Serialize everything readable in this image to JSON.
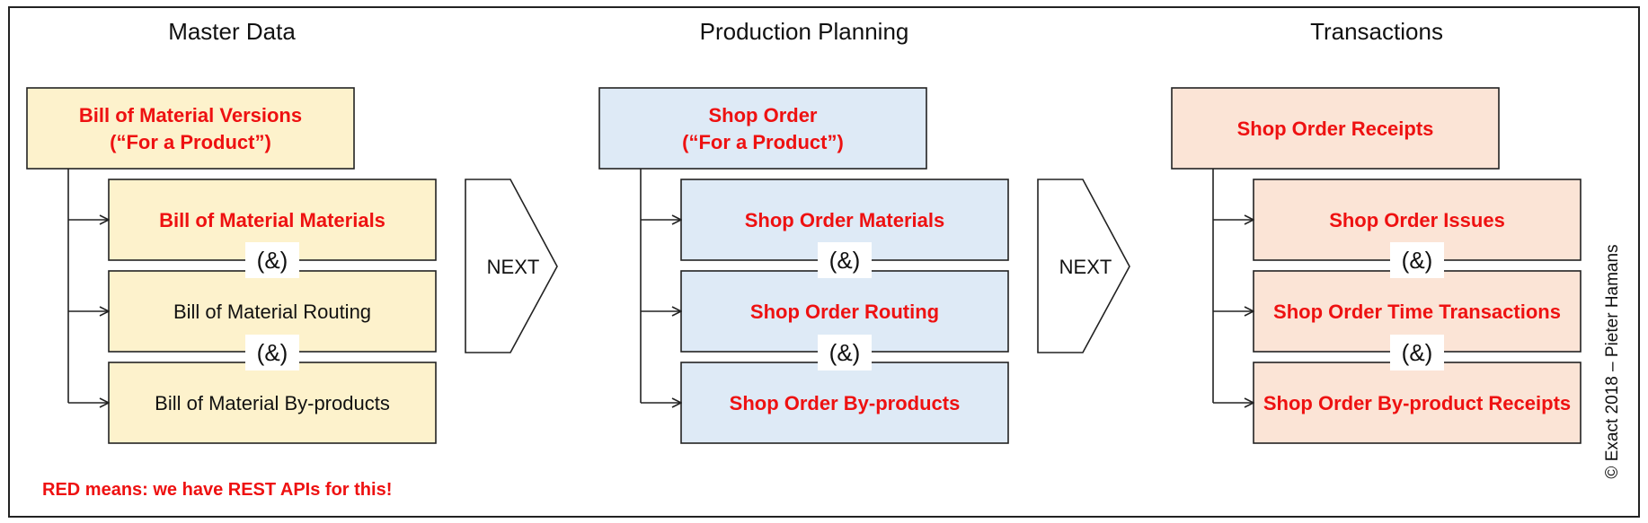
{
  "colors": {
    "red": "#ee1111",
    "master_fill": "#fdf2cc",
    "planning_fill": "#deeaf6",
    "transactions_fill": "#fbe4d6",
    "stroke": "#222222"
  },
  "columns": [
    {
      "id": "master-data",
      "heading": "Master Data",
      "fill": "#fdf2cc",
      "parent": {
        "lines": [
          "Bill of Material Versions",
          "(“For a Product”)"
        ],
        "red": true
      },
      "children": [
        {
          "label": "Bill of Material Materials",
          "red": true
        },
        {
          "label": "Bill of Material Routing",
          "red": false
        },
        {
          "label": "Bill of Material By-products",
          "red": false
        }
      ]
    },
    {
      "id": "production-planning",
      "heading": "Production Planning",
      "fill": "#deeaf6",
      "parent": {
        "lines": [
          "Shop Order",
          "(“For a Product”)"
        ],
        "red": true
      },
      "children": [
        {
          "label": "Shop Order Materials",
          "red": true
        },
        {
          "label": "Shop Order Routing",
          "red": true
        },
        {
          "label": "Shop Order By-products",
          "red": true
        }
      ]
    },
    {
      "id": "transactions",
      "heading": "Transactions",
      "fill": "#fbe4d6",
      "parent": {
        "lines": [
          "Shop Order Receipts"
        ],
        "red": true
      },
      "children": [
        {
          "label": "Shop Order Issues",
          "red": true
        },
        {
          "label": "Shop Order Time Transactions",
          "red": true
        },
        {
          "label": "Shop Order By-product Receipts",
          "red": true
        }
      ]
    }
  ],
  "connector_label": "(&)",
  "arrows": [
    "NEXT",
    "NEXT"
  ],
  "legend": "RED means: we have REST APIs for this!",
  "copyright": "© Exact 2018 – Pieter Hamans"
}
